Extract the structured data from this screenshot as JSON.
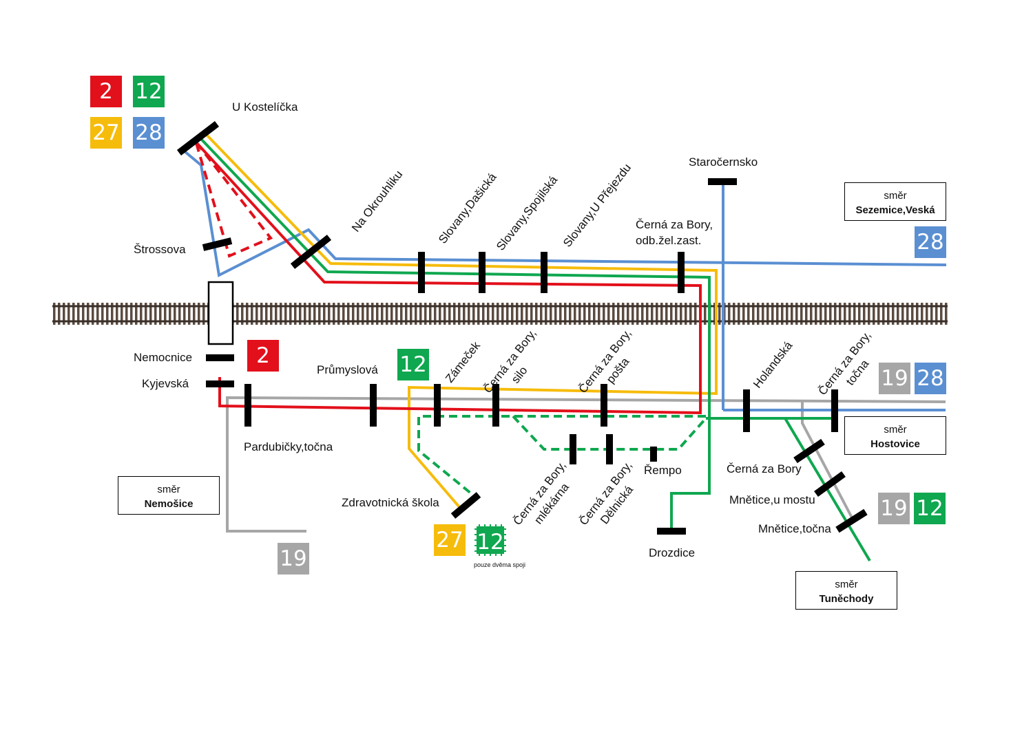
{
  "colors": {
    "line_2": "#e2101b",
    "line_12": "#0fa74f",
    "line_27": "#f6bc0c",
    "line_28": "#5a8fd2",
    "line_19": "#a6a6a6",
    "rail": "#5b4b40"
  },
  "badges": {
    "top_2": "2",
    "top_12": "12",
    "top_27": "27",
    "top_28": "28",
    "nemocnice_2": "2",
    "prumyslova_12": "12",
    "sezemice_28": "28",
    "hostovice_19": "19",
    "hostovice_28": "28",
    "tunechody_19": "19",
    "tunechody_12": "12",
    "nemosice_19": "19",
    "zdravotnicka_27": "27",
    "zdravotnicka_12": "12"
  },
  "stops": {
    "u_kostelicka": "U Kostelíčka",
    "strossova": "Štrossova",
    "na_okrouhliku": "Na Okrouhliku",
    "slovany_dasicka": "Slovany,Dašická",
    "slovany_spojilska": "Slovany,Spojilská",
    "slovany_u_prejezdu": "Slovany,U Přejezdu",
    "cerna_odb_1": "Černá za Bory,",
    "cerna_odb_2": "odb.žel.zast.",
    "starocernsko": "Staročernsko",
    "nemocnice": "Nemocnice",
    "kyjevska": "Kyjevská",
    "pardubicky_tocna": "Pardubičky,točna",
    "prumyslova": "Průmyslová",
    "zamecek": "Zámeček",
    "cerna_silo_1": "Černá za Bory,",
    "cerna_silo_2": "silo",
    "cerna_posta_1": "Černá za Bory,",
    "cerna_posta_2": "pošta",
    "holandska": "Holandská",
    "cerna_tocna_1": "Černá za Bory,",
    "cerna_tocna_2": "točna",
    "cerna_mlekarna_1": "Černá za Bory,",
    "cerna_mlekarna_2": "mlékárna",
    "cerna_delnicka_1": "Černá za Bory,",
    "cerna_delnicka_2": "Dělnická",
    "rempo": "Řempo",
    "cerna_za_bory": "Černá za Bory",
    "mnetice_u_mostu": "Mnětice,u mostu",
    "mnetice_tocna": "Mnětice,točna",
    "zdravotnicka_skola": "Zdravotnická škola",
    "drozdice": "Drozdice"
  },
  "directions": {
    "sezemice": {
      "smer": "směr",
      "name": "Sezemice,Veská"
    },
    "hostovice": {
      "smer": "směr",
      "name": "Hostovice"
    },
    "nemosice": {
      "smer": "směr",
      "name": "Nemošice"
    },
    "tunechody": {
      "smer": "směr",
      "name": "Tuněchody"
    }
  },
  "note_pouze": "pouze dvěma spoji"
}
